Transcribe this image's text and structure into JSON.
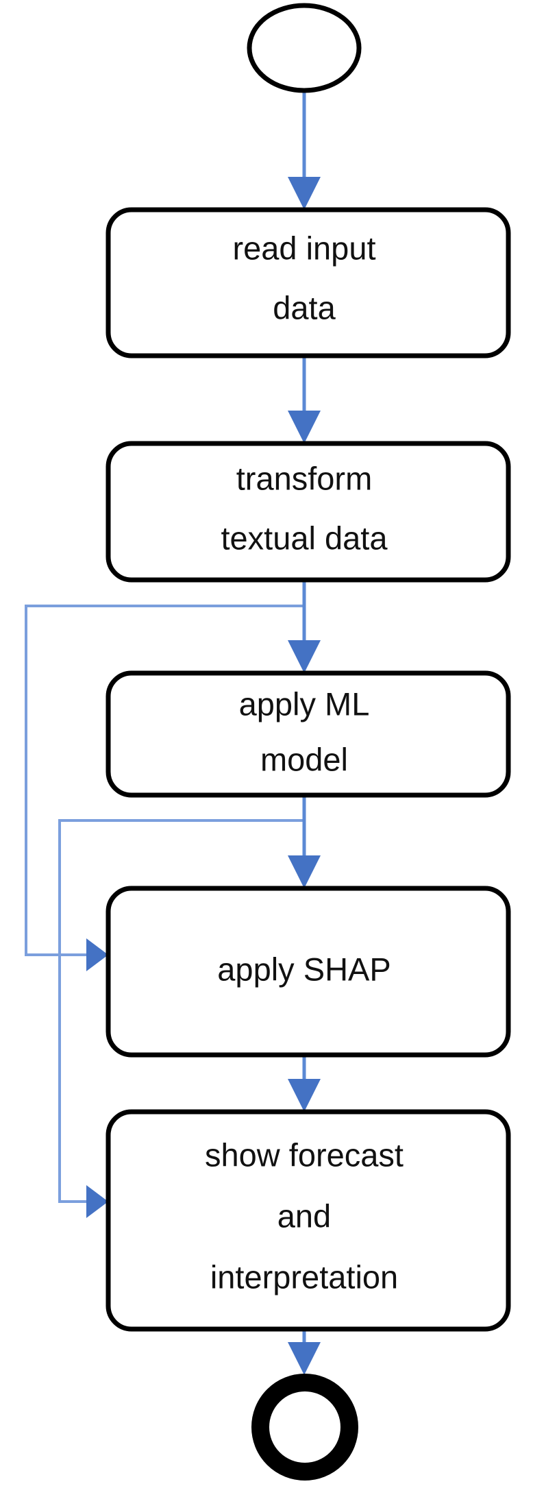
{
  "diagram": {
    "title": "ML forecasting pipeline activity diagram",
    "type": "flowchart",
    "colors": {
      "edge": "#5B89D4",
      "edge_loop": "#7B9FDD",
      "arrowhead": "#4472C4",
      "node_stroke": "#000000",
      "node_fill": "#ffffff",
      "text": "#111111",
      "background": "#ffffff"
    },
    "nodes": [
      {
        "id": "start",
        "kind": "start-node",
        "icon": "circle-outline-icon",
        "lines": []
      },
      {
        "id": "read-input-data",
        "kind": "activity-box",
        "lines": [
          "read input",
          "data"
        ]
      },
      {
        "id": "transform-textual-data",
        "kind": "activity-box",
        "lines": [
          "transform",
          "textual data"
        ]
      },
      {
        "id": "apply-ml-model",
        "kind": "activity-box",
        "lines": [
          "apply ML",
          "model"
        ]
      },
      {
        "id": "apply-shap",
        "kind": "activity-box",
        "lines": [
          "apply SHAP"
        ]
      },
      {
        "id": "show-forecast-and-interpretation",
        "kind": "activity-box",
        "lines": [
          "show forecast",
          "and",
          "interpretation"
        ]
      },
      {
        "id": "end",
        "kind": "end-node",
        "icon": "circle-filled-ring-icon",
        "lines": []
      }
    ],
    "edges": [
      {
        "id": "e1",
        "from": "start",
        "to": "read-input-data",
        "style": "straight"
      },
      {
        "id": "e2",
        "from": "read-input-data",
        "to": "transform-textual-data",
        "style": "straight"
      },
      {
        "id": "e3",
        "from": "transform-textual-data",
        "to": "apply-ml-model",
        "style": "straight"
      },
      {
        "id": "e4",
        "from": "apply-ml-model",
        "to": "apply-shap",
        "style": "straight"
      },
      {
        "id": "e5",
        "from": "apply-shap",
        "to": "show-forecast-and-interpretation",
        "style": "straight"
      },
      {
        "id": "e6",
        "from": "show-forecast-and-interpretation",
        "to": "end",
        "style": "straight"
      },
      {
        "id": "e7",
        "from": "transform-textual-data",
        "to": "apply-shap",
        "style": "orthogonal-left-bypass"
      },
      {
        "id": "e8",
        "from": "apply-ml-model",
        "to": "show-forecast-and-interpretation",
        "style": "orthogonal-left-bypass"
      }
    ]
  }
}
